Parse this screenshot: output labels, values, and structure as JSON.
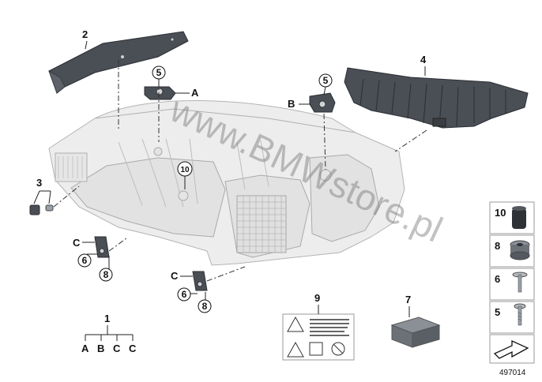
{
  "watermark": "www.BMWstore.pl",
  "reference_number": "497014",
  "callouts": {
    "p1": "1",
    "p2": "2",
    "p3": "3",
    "p4": "4",
    "p5a": "5",
    "p5b": "5",
    "p6a": "6",
    "p6b": "6",
    "p7": "7",
    "p8a": "8",
    "p8b": "8",
    "p9": "9",
    "p10": "10"
  },
  "letters": {
    "a_top": "A",
    "b_top": "B",
    "c_left": "C",
    "c_mid": "C",
    "kit_a": "A",
    "kit_b": "B",
    "kit_c1": "C",
    "kit_c2": "C"
  },
  "legend": {
    "items": [
      {
        "number": "10",
        "icon": "cap-nut-icon"
      },
      {
        "number": "8",
        "icon": "grommet-icon"
      },
      {
        "number": "6",
        "icon": "washer-screw-icon"
      },
      {
        "number": "5",
        "icon": "screw-icon"
      }
    ],
    "arrow_icon": "direction-arrow-icon"
  },
  "colors": {
    "housing": "#ededed",
    "bracket": "#4a4e55",
    "label_box": "#9a9a9a"
  }
}
